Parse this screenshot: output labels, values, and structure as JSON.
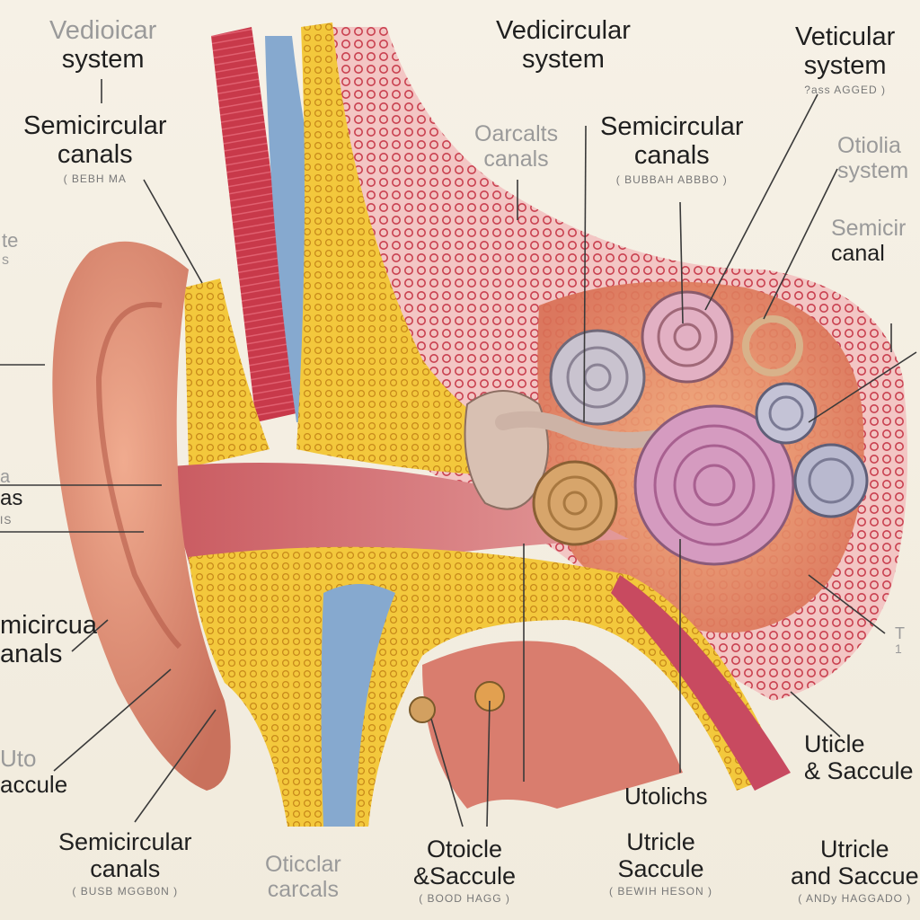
{
  "colors": {
    "background": "#f4efe3",
    "skin": "#d98c72",
    "muscle": "#c8394a",
    "fat": "#f2c53a",
    "nerve": "#7fa3c9",
    "tissue": "#e88a9a",
    "coil_pink": "#d59bc0",
    "coil_silver": "#b9b3c5",
    "coil_gold": "#d7a56b",
    "leader_line": "#3a3a3a"
  },
  "labels": {
    "top_left": {
      "line1": "Vedioicar",
      "line2": "system"
    },
    "top_center": {
      "line1": "Vedicircular",
      "line2": "system"
    },
    "top_right": {
      "line1": "Veticular",
      "line2": "system",
      "sub": "?ass AGGED )"
    },
    "left_semicircular": {
      "line1": "Semicircular",
      "line2": "canals",
      "sub": "( BEBH MA"
    },
    "center_canals": {
      "line1": "Oarcalts",
      "line2": "canals"
    },
    "center_semicircular": {
      "line1": "Semicircular",
      "line2": "canals",
      "sub": "( BUBBAH ABBBO )"
    },
    "right_otolith_system": {
      "line1": "Otiolia",
      "line2": "system"
    },
    "right_semicircular": {
      "line1": "Semicir",
      "line2": "canal"
    },
    "left_fragment_te": {
      "line1": "te",
      "line2": "s"
    },
    "left_fragment_as": {
      "line1": "a",
      "line2": "as",
      "line3": "IS"
    },
    "left_micircular": {
      "line1": "micircua",
      "line2": "anals"
    },
    "left_uto": {
      "line1": "Uto",
      "line2": "accule"
    },
    "bottom_left_semicircular": {
      "line1": "Semicircular",
      "line2": "canals",
      "sub": "( BUSB MGGB0N )"
    },
    "bottom_oticlar": {
      "line1": "Oticclar",
      "line2": "carcals"
    },
    "bottom_otoicle": {
      "line1": "Otoicle",
      "line2": "&Saccule",
      "sub": "( BOOD  HAGG )"
    },
    "bottom_utolichs": {
      "line1": "Utolichs"
    },
    "bottom_utricle_saccule": {
      "line1": "Utricle",
      "line2": "Saccule",
      "sub": "( BEWIH HESON )"
    },
    "right_uticle": {
      "line1": "Uticle",
      "line2": "& Saccule"
    },
    "right_fragment_t": {
      "line1": "T",
      "line2": "1"
    },
    "bottom_right_utricle": {
      "line1": "Utricle",
      "line2": "and Saccue",
      "sub": "( ANDy HAGGADO )"
    }
  }
}
